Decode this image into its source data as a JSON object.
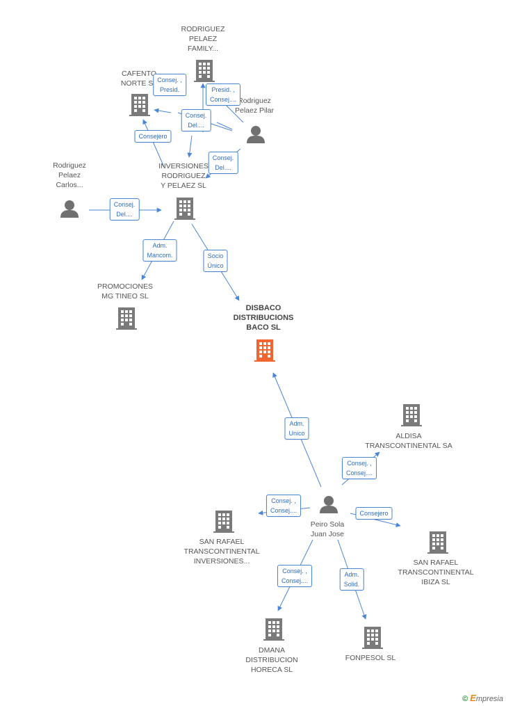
{
  "colors": {
    "building": "#7a7a7a",
    "building_focus": "#f26430",
    "person": "#707070",
    "edge": "#4a86d6"
  },
  "nodes": {
    "rodriguez_pelaez_family": {
      "label": "RODRIGUEZ\nPELAEZ\nFAMILY...",
      "icon": "building-icon"
    },
    "cafento_norte": {
      "label": "CAFENTO\nNORTE SL",
      "icon": "building-icon"
    },
    "rodriguez_pelaez_pilar": {
      "label": "Rodriguez\nPelaez Pilar",
      "icon": "person-icon"
    },
    "inversiones_rodriguez": {
      "label": "INVERSIONES\nRODRIGUEZ\nY PELAEZ SL",
      "icon": "building-icon"
    },
    "rodriguez_pelaez_carlos": {
      "label": "Rodriguez\nPelaez\nCarlos...",
      "icon": "person-icon"
    },
    "promociones_mg_tineo": {
      "label": "PROMOCIONES\nMG TINEO SL",
      "icon": "building-icon"
    },
    "disbaco": {
      "label": "DISBACO\nDISTRIBUCIONS\nBACO SL",
      "icon": "building-icon"
    },
    "aldisa": {
      "label": "ALDISA\nTRANSCONTINENTAL SA",
      "icon": "building-icon"
    },
    "peiro_sola": {
      "label": "Peiro Sola\nJuan Jose",
      "icon": "person-icon"
    },
    "san_rafael_inversiones": {
      "label": "SAN RAFAEL\nTRANSCONTINENTAL\nINVERSIONES...",
      "icon": "building-icon"
    },
    "san_rafael_ibiza": {
      "label": "SAN RAFAEL\nTRANSCONTINENTAL\nIBIZA SL",
      "icon": "building-icon"
    },
    "dmana": {
      "label": "DMANA\nDISTRIBUCION\nHORECA SL",
      "icon": "building-icon"
    },
    "fonpesol": {
      "label": "FONPESOL SL",
      "icon": "building-icon"
    }
  },
  "edges": [
    {
      "id": "e1",
      "label": "Consej. ,\nPresid."
    },
    {
      "id": "e2",
      "label": "Presid. ,\nConsej...."
    },
    {
      "id": "e3",
      "label": "Consej.\nDel...."
    },
    {
      "id": "e4",
      "label": "Consejero"
    },
    {
      "id": "e5",
      "label": "Consej.\nDel...."
    },
    {
      "id": "e6",
      "label": "Consej.\nDel...."
    },
    {
      "id": "e7",
      "label": "Adm.\nMancom."
    },
    {
      "id": "e8",
      "label": "Socio\nÚnico"
    },
    {
      "id": "e9",
      "label": "Adm.\nUnico"
    },
    {
      "id": "e10",
      "label": "Consej. ,\nConsej...."
    },
    {
      "id": "e11",
      "label": "Consej. ,\nConsej...."
    },
    {
      "id": "e12",
      "label": "Consejero"
    },
    {
      "id": "e13",
      "label": "Consej. ,\nConsej...."
    },
    {
      "id": "e14",
      "label": "Adm.\nSolid."
    }
  ],
  "footer": {
    "copyright": "©",
    "brand_initial": "E",
    "brand_rest": "mpresia"
  }
}
